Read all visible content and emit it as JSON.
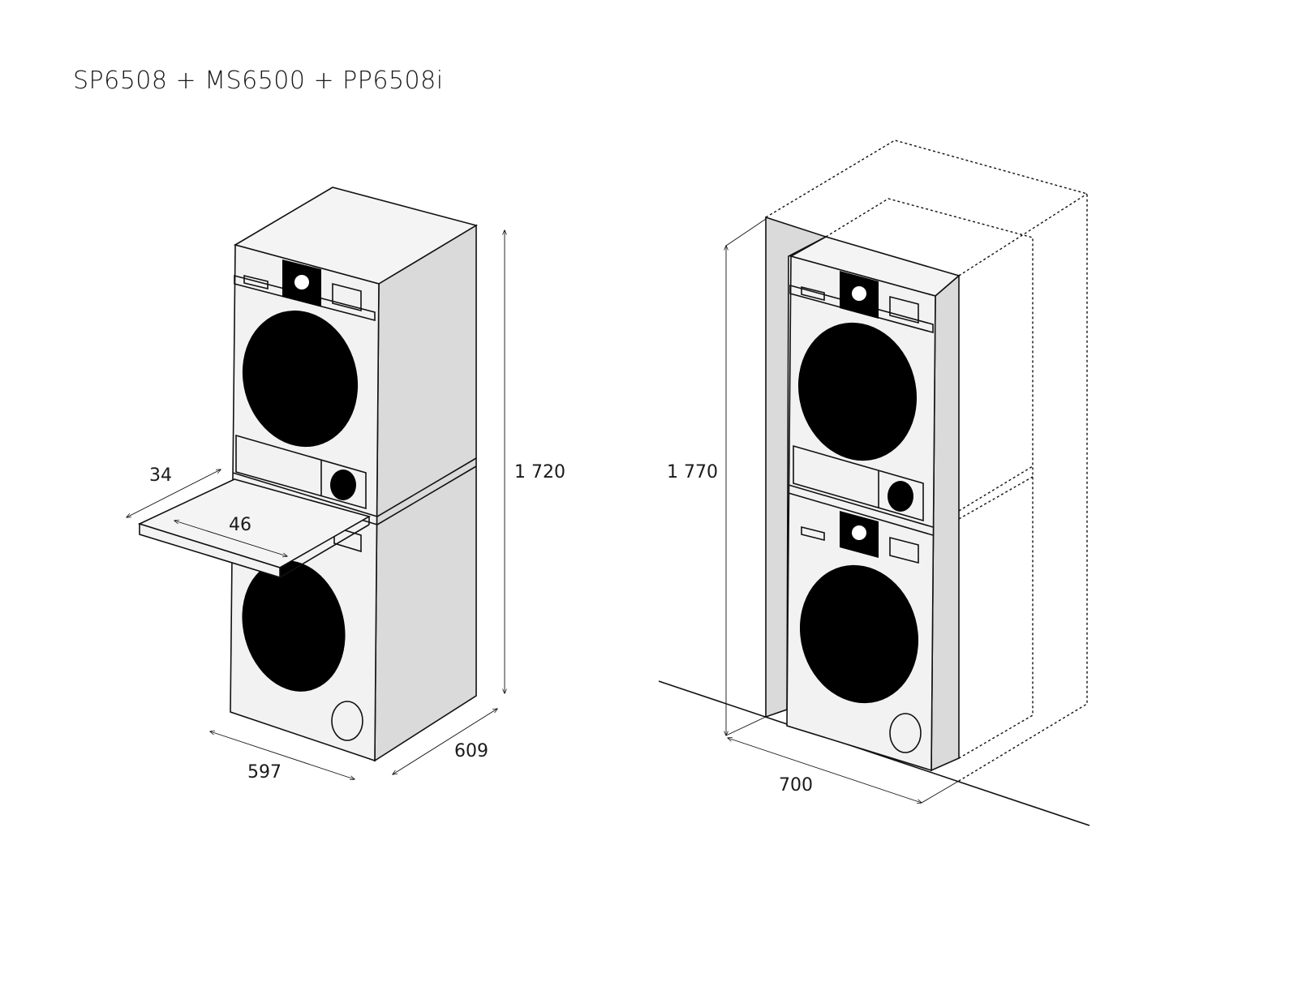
{
  "title": "SP6508 + MS6500 + PP6508i",
  "left_drawing": {
    "height_label": "1 720",
    "width_label": "597",
    "depth_label": "609",
    "shelf_depth_label": "34",
    "shelf_width_label": "46"
  },
  "right_drawing": {
    "height_label": "1 770",
    "width_label": "700"
  }
}
